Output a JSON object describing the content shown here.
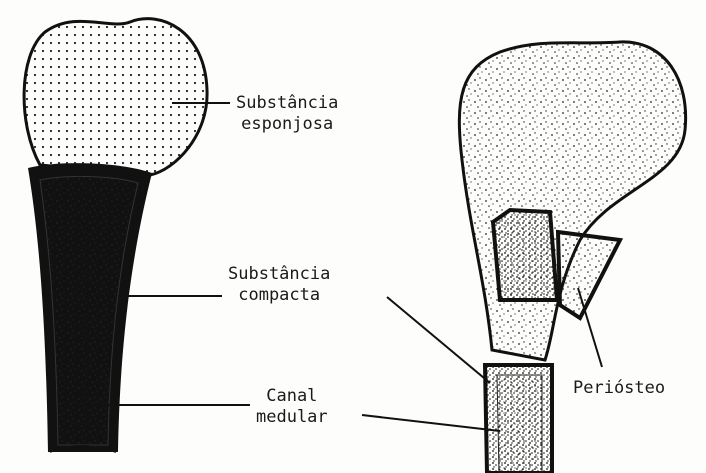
{
  "labels": {
    "spongy_line1": "Substância",
    "spongy_line2": "esponjosa",
    "compact_line1": "Substância",
    "compact_line2": "compacta",
    "canal_line1": "Canal",
    "canal_line2": "medular",
    "periosteum": "Periósteo"
  },
  "colors": {
    "ink": "#1a1a1a",
    "paper": "#fdfdfb"
  }
}
